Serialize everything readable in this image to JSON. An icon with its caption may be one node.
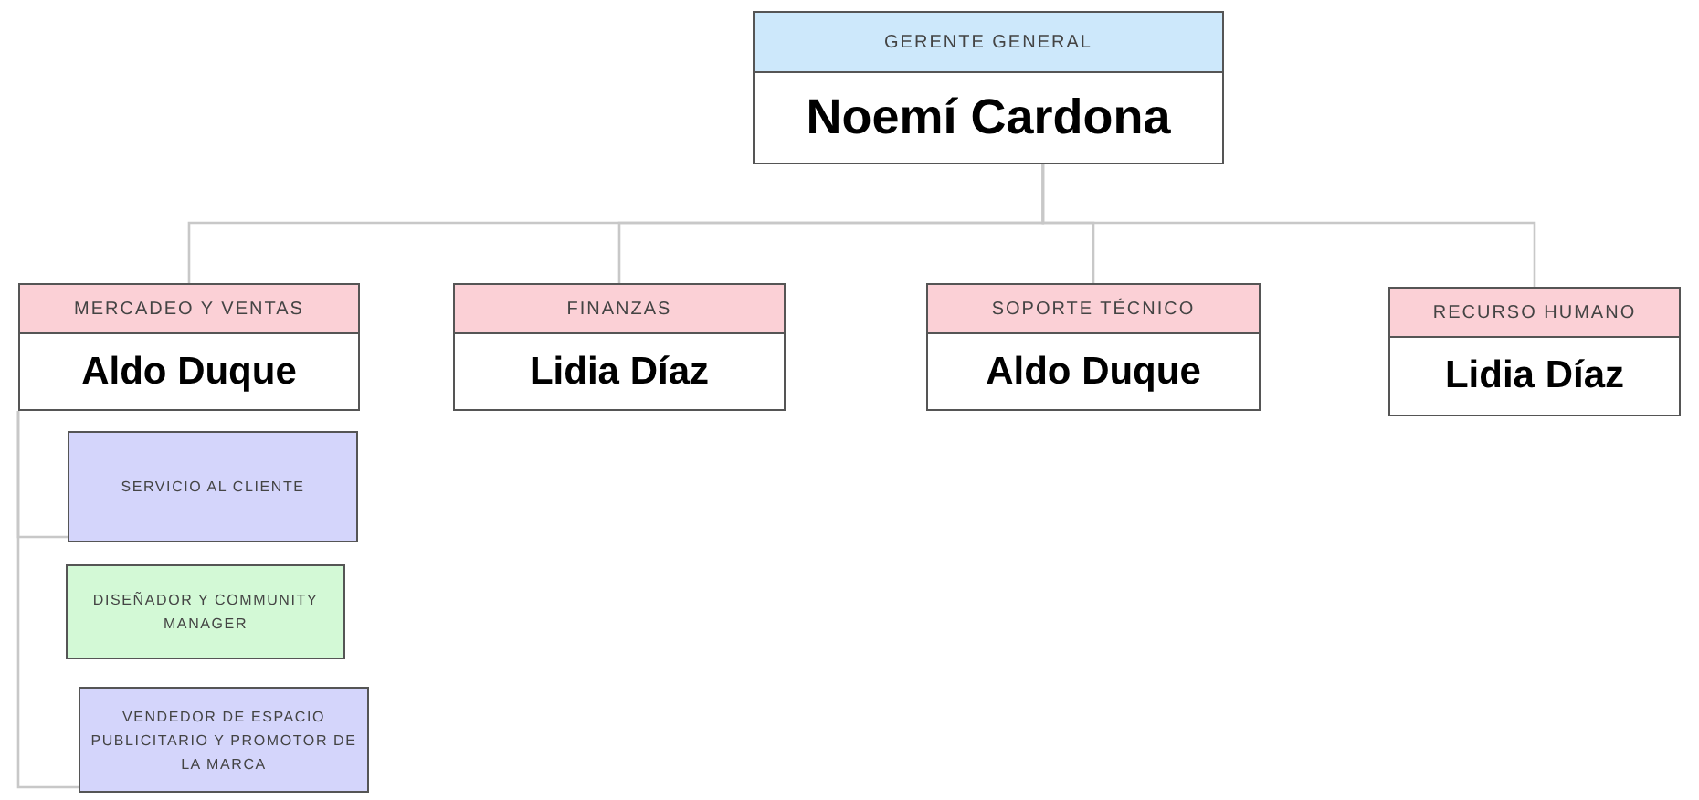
{
  "diagram": {
    "nodes": [
      {
        "text": [
          "GERENTE GENERAL",
          "Noemí Cardona"
        ]
      },
      {
        "text": [
          "MERCADEO Y VENTAS",
          "Aldo Duque"
        ]
      },
      {
        "text": [
          "FINANZAS",
          "Lidia Díaz"
        ]
      },
      {
        "text": [
          "SOPORTE TÉCNICO",
          "Aldo Duque"
        ]
      },
      {
        "text": [
          "RECURSO HUMANO",
          "Lidia Díaz"
        ]
      },
      {
        "text": [
          "SERVICIO AL CLIENTE"
        ]
      },
      {
        "text": [
          "DISEÑADOR Y COMMUNITY MANAGER"
        ]
      },
      {
        "text": [
          "VENDEDOR DE ESPACIO PUBLICITARIO Y PROMOTOR DE LA MARCA"
        ]
      }
    ],
    "edges": [
      {
        "from": 0,
        "to": 1,
        "arrow": "none"
      },
      {
        "from": 0,
        "to": 2,
        "arrow": "none"
      },
      {
        "from": 0,
        "to": 3,
        "arrow": "none"
      },
      {
        "from": 0,
        "to": 4,
        "arrow": "none"
      },
      {
        "from": 1,
        "to": 5,
        "arrow": "none"
      },
      {
        "from": 1,
        "to": 7,
        "arrow": "none"
      }
    ]
  }
}
